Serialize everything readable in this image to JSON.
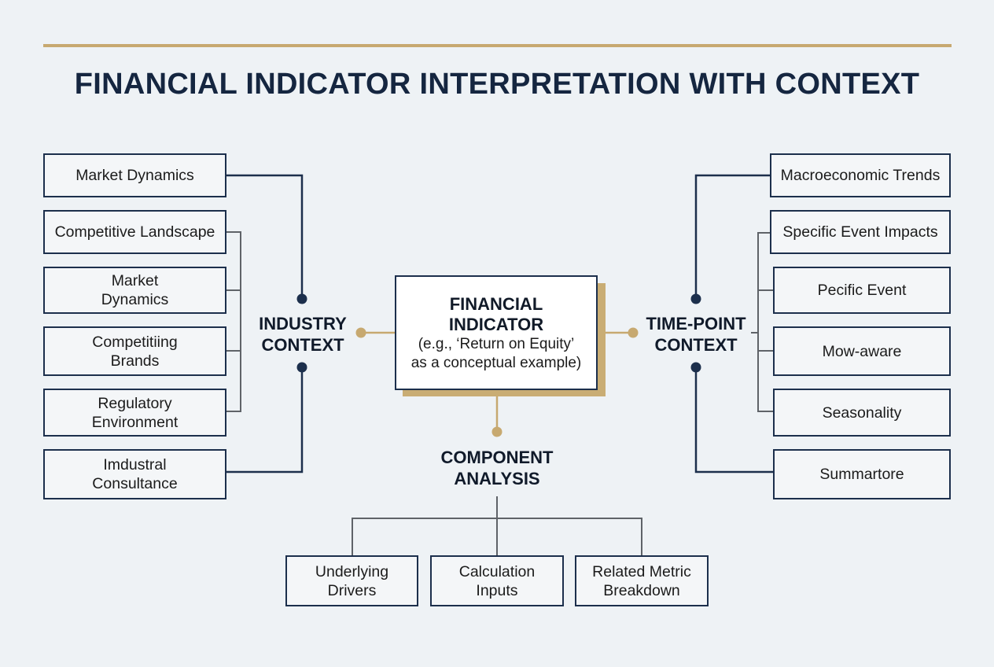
{
  "title": "FINANCIAL INDICATOR INTERPRETATION WITH CONTEXT",
  "center": {
    "title": "FINANCIAL\nINDICATOR",
    "subtitle": "(e.g., ‘Return on Equity’\nas a conceptual example)"
  },
  "industry_context": {
    "label": "INDUSTRY\nCONTEXT",
    "items": [
      "Market Dynamics",
      "Competitive Landscape",
      "Market\nDynamics",
      "Competitiing\nBrands",
      "Regulatory\nEnvironment",
      "Imdustral\nConsultance"
    ]
  },
  "time_point_context": {
    "label": "TIME-POINT\nCONTEXT",
    "items": [
      "Macroeconomic Trends",
      "Specific Event Impacts",
      "Pecific Event",
      "Mow-aware",
      "Seasonality",
      "Summartore"
    ]
  },
  "component_analysis": {
    "label": "COMPONENT\nANALYSIS",
    "items": [
      "Underlying\nDrivers",
      "Calculation\nInputs",
      "Related Metric\nBreakdown"
    ]
  },
  "colors": {
    "navy": "#1c2f4c",
    "gold": "#c7a970",
    "gray_line": "#5f6368",
    "background": "#eef2f5"
  }
}
